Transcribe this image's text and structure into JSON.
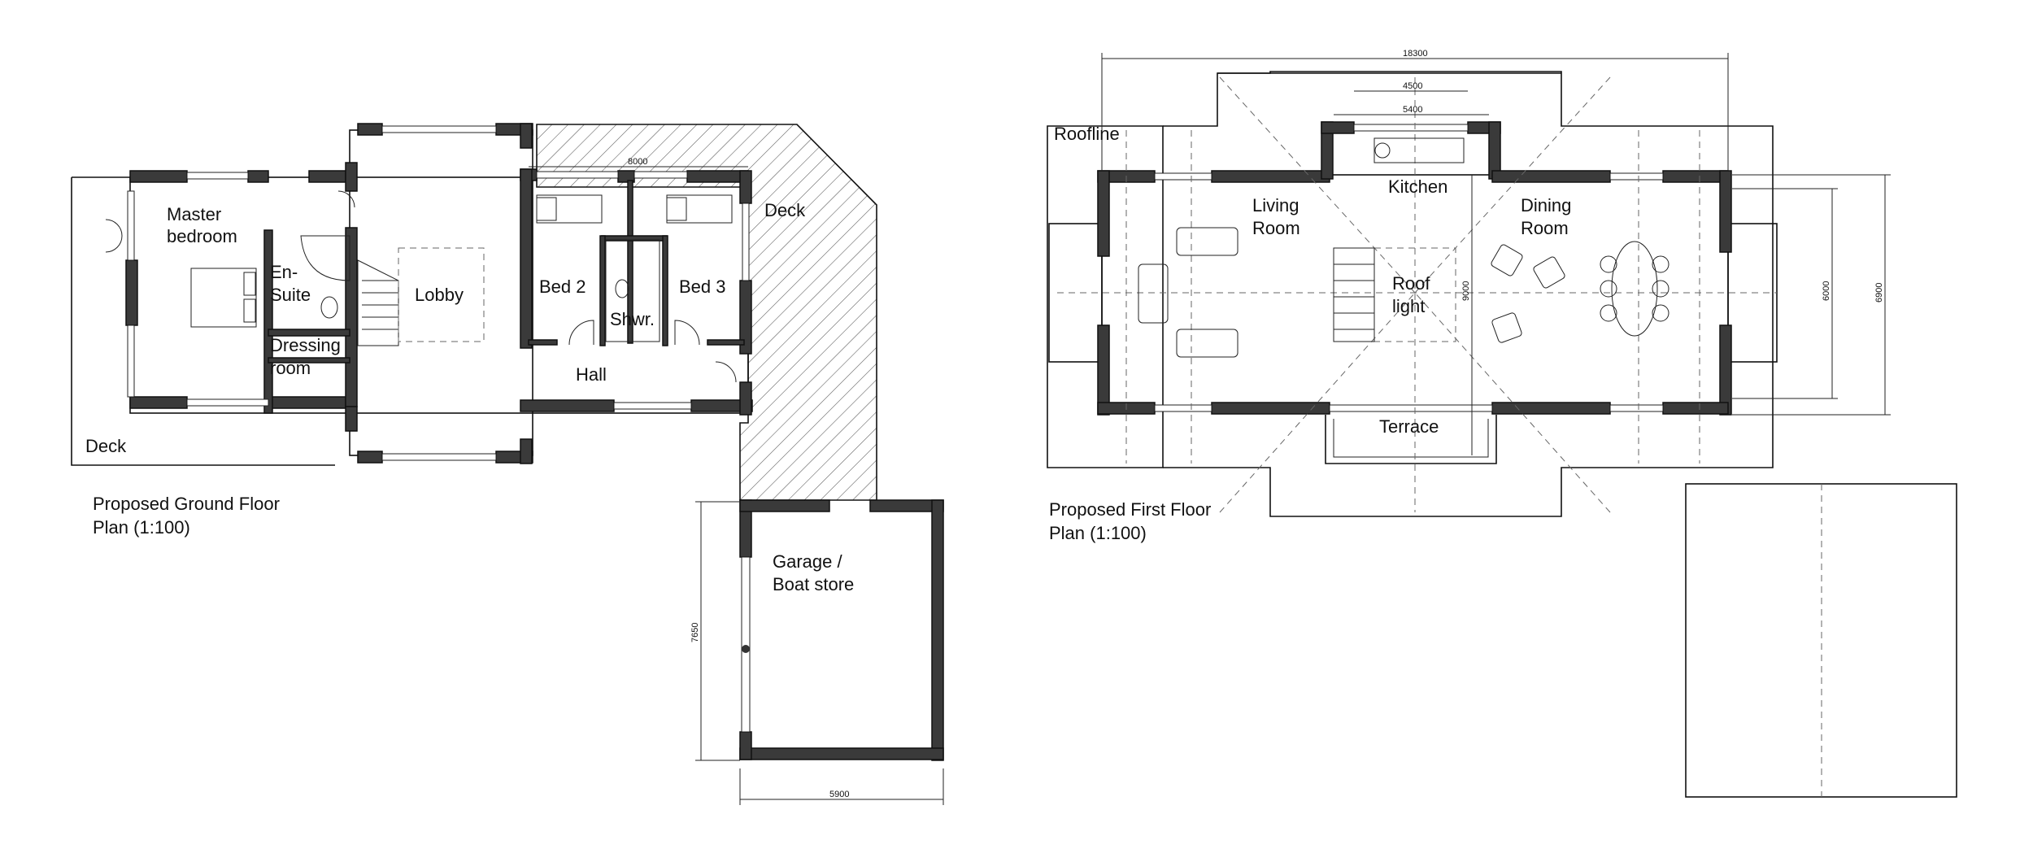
{
  "ground_floor": {
    "caption_line1": "Proposed Ground Floor",
    "caption_line2": "Plan (1:100)",
    "rooms": {
      "master_bedroom_1": "Master",
      "master_bedroom_2": "bedroom",
      "en_suite_1": "En-",
      "en_suite_2": "Suite",
      "dressing_1": "Dressing",
      "dressing_2": "room",
      "lobby": "Lobby",
      "bed2": "Bed 2",
      "bed3": "Bed 3",
      "shower": "Shwr.",
      "hall": "Hall",
      "deck_left": "Deck",
      "deck_right": "Deck",
      "garage_1": "Garage /",
      "garage_2": "Boat store"
    },
    "dimensions": {
      "bedrooms_width": "8000",
      "garage_depth": "7650",
      "garage_width": "5900"
    }
  },
  "first_floor": {
    "caption_line1": "Proposed First Floor",
    "caption_line2": "Plan (1:100)",
    "rooms": {
      "roofline": "Roofline",
      "living_1": "Living",
      "living_2": "Room",
      "kitchen": "Kitchen",
      "dining_1": "Dining",
      "dining_2": "Room",
      "roof_light_1": "Roof",
      "roof_light_2": "light",
      "terrace": "Terrace"
    },
    "dimensions": {
      "overall_width": "18300",
      "kitchen_inner": "4500",
      "kitchen_outer": "5400",
      "depth_9000": "9000",
      "depth_6000": "6000",
      "depth_6900": "6900"
    }
  }
}
